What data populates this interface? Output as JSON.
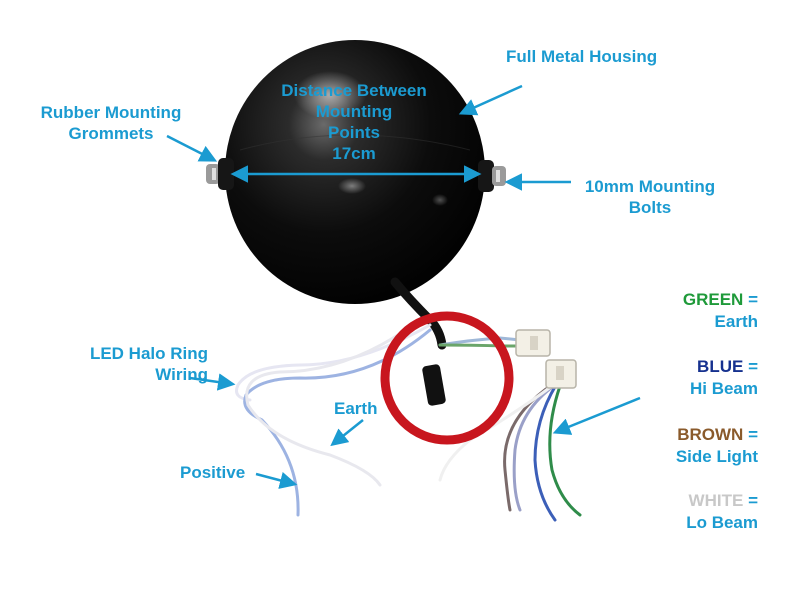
{
  "labels": {
    "rubber_grommets": [
      "Rubber Mounting",
      "Grommets"
    ],
    "distance": [
      "Distance Between",
      "Mounting",
      "Points",
      "17cm"
    ],
    "full_metal_housing": "Full Metal Housing",
    "mounting_bolts": [
      "10mm Mounting",
      "Bolts"
    ],
    "led_halo": [
      "LED Halo Ring",
      "Wiring"
    ],
    "earth": "Earth",
    "positive": "Positive"
  },
  "legend": [
    {
      "color_word": "GREEN",
      "equals": "=",
      "meaning": "Earth",
      "color": "#1f9a3a"
    },
    {
      "color_word": "BLUE",
      "equals": "=",
      "meaning": "Hi Beam",
      "color": "#16318f"
    },
    {
      "color_word": "BROWN",
      "equals": "=",
      "meaning": "Side Light",
      "color": "#8a5a2b"
    },
    {
      "color_word": "WHITE",
      "equals": "=",
      "meaning": "Lo Beam",
      "color": "#c8c8c8"
    }
  ],
  "colors": {
    "annotation": "#1b9bd1",
    "highlight_circle": "#c8161e",
    "housing": "#0b0b0b"
  }
}
